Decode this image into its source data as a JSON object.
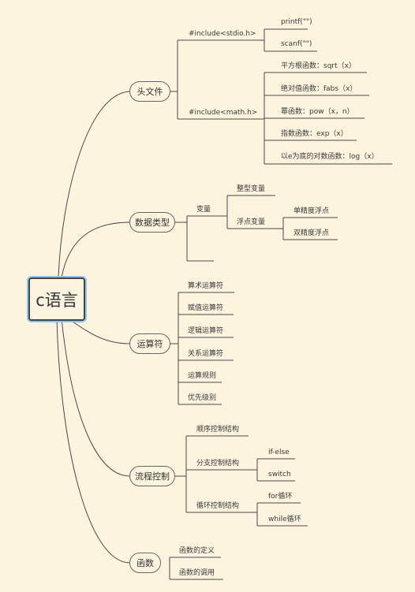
{
  "root": {
    "label": "c语言"
  },
  "branches": [
    {
      "label": "头文件",
      "children": [
        {
          "label": "#include<stdio.h>",
          "children": [
            "printf(\"\")",
            "scanf(\"\")"
          ]
        },
        {
          "label": "#include<math.h>",
          "children": [
            "平方根函数：sqrt（x）",
            "绝对值函数：fabs（x）",
            "幂函数：pow（x，n）",
            "指数函数：exp（x）",
            "以e为底的对数函数：log（x）"
          ]
        }
      ]
    },
    {
      "label": "数据类型",
      "children": [
        {
          "label": "变量",
          "children": [
            {
              "label": "整型变量"
            },
            {
              "label": "浮点变量",
              "children": [
                "单精度浮点",
                "双精度浮点"
              ]
            }
          ]
        },
        {
          "label": ""
        }
      ]
    },
    {
      "label": "运算符",
      "children": [
        "算术运算符",
        "赋值运算符",
        "逻辑运算符",
        "关系运算符",
        "运算规则",
        "优先级别"
      ]
    },
    {
      "label": "流程控制",
      "children": [
        {
          "label": "顺序控制结构"
        },
        {
          "label": "分支控制结构",
          "children": [
            "if-else",
            "switch"
          ]
        },
        {
          "label": "循环控制结构",
          "children": [
            "for循环",
            "while循环"
          ]
        }
      ]
    },
    {
      "label": "函数",
      "children": [
        "函数的定义",
        "函数的调用"
      ]
    }
  ],
  "colors": {
    "background": "#fdf4de",
    "line": "#4a4a4a",
    "focus_outline": "#8ec3ee"
  }
}
